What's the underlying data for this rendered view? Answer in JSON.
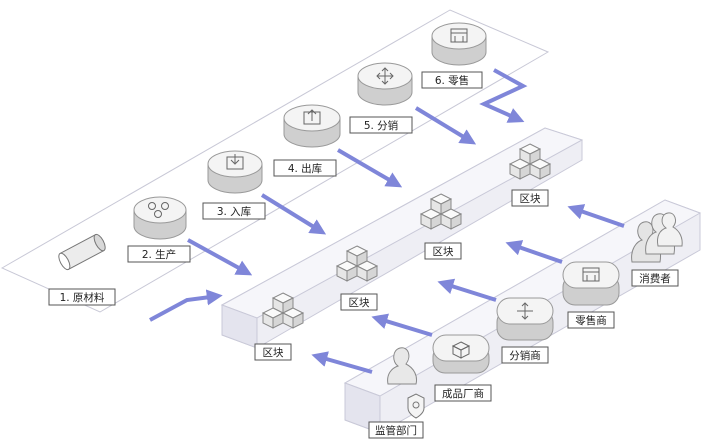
{
  "colors": {
    "arrow": "#7f86d9",
    "panel_outline": "#c8c8d6",
    "platform_fill": "#eeeef4",
    "platform_stroke": "#c9c9d8",
    "label_stroke": "#555555",
    "node_top": "#f4f4f4",
    "node_side": "#bcbcbc",
    "cube_fill": "#f3f3f3",
    "icon_stroke": "#666666"
  },
  "icons": {
    "raw_material": "cylinder-icon",
    "production": "gears-icon",
    "warehouse_in": "inbox-in-icon",
    "warehouse_out": "inbox-out-icon",
    "distribution": "distribution-arrows-icon",
    "retail": "storefront-icon",
    "blockchain": "blockchain-cubes-icon",
    "consumer": "people-icon",
    "manufacturer": "box-icon",
    "regulator": "shield-person-icon"
  },
  "process_steps": [
    {
      "label": "1. 原材料"
    },
    {
      "label": "2. 生产"
    },
    {
      "label": "3. 入库"
    },
    {
      "label": "4. 出库"
    },
    {
      "label": "5. 分销"
    },
    {
      "label": "6. 零售"
    }
  ],
  "blockchain_nodes": [
    {
      "label": "区块"
    },
    {
      "label": "区块"
    },
    {
      "label": "区块"
    },
    {
      "label": "区块"
    }
  ],
  "participants": [
    {
      "label": "监管部门"
    },
    {
      "label": "成品厂商"
    },
    {
      "label": "分销商"
    },
    {
      "label": "零售商"
    },
    {
      "label": "消费者"
    }
  ]
}
